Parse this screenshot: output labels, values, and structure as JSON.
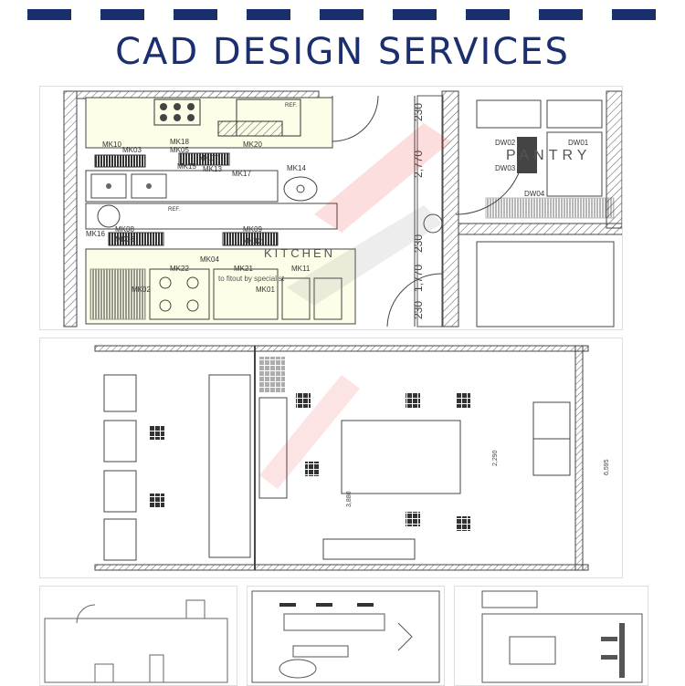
{
  "header": {
    "title": "CAD DESIGN SERVICES",
    "accent_color": "#1b2f6e"
  },
  "plan_1": {
    "room_labels": {
      "kitchen": "KITCHEN",
      "kitchen_note": "to fitout by specialist",
      "pantry": "PANTRY"
    },
    "ref_labels": [
      "REF.",
      "REF."
    ],
    "dimensions": [
      "230",
      "2,770",
      "230",
      "1,770",
      "230"
    ],
    "equipment_tags": [
      "MK18",
      "MK10",
      "MK03",
      "MK05",
      "MK20",
      "MK15",
      "MK07",
      "MK14",
      "MK13",
      "MK17",
      "MK08",
      "MK09",
      "MK12",
      "MK06",
      "MK04",
      "MK21",
      "MK22",
      "MK02",
      "MK01",
      "MK11",
      "MK16"
    ],
    "pantry_tags": [
      "DW01",
      "DW02",
      "DW03",
      "DW04"
    ]
  },
  "plan_2": {
    "dimensions": [
      "6,595",
      "3,880",
      "2,290"
    ]
  },
  "watermark_color": "#e8242a"
}
